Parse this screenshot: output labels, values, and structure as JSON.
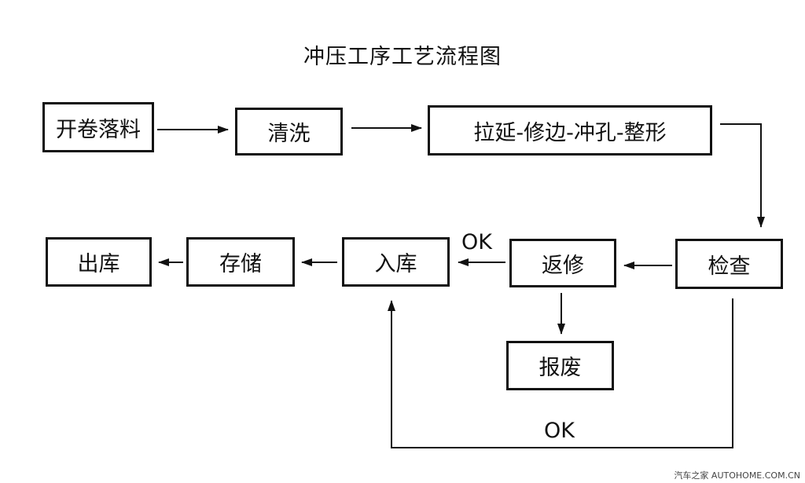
{
  "title": "冲压工序工艺流程图",
  "nodes": {
    "uncoil_blanking": "开卷落料",
    "wash": "清洗",
    "draw_trim_pierce_form": "拉延-修边-冲孔-整形",
    "inspect": "检查",
    "repair": "返修",
    "scrap": "报废",
    "warehouse_in": "入库",
    "storage": "存储",
    "warehouse_out": "出库"
  },
  "edge_labels": {
    "repair_ok": "OK",
    "inspect_ok": "OK"
  },
  "watermark": "汽车之家 AUTOHOME.COM.CN",
  "colors": {
    "line": "#111111",
    "background": "#ffffff"
  }
}
